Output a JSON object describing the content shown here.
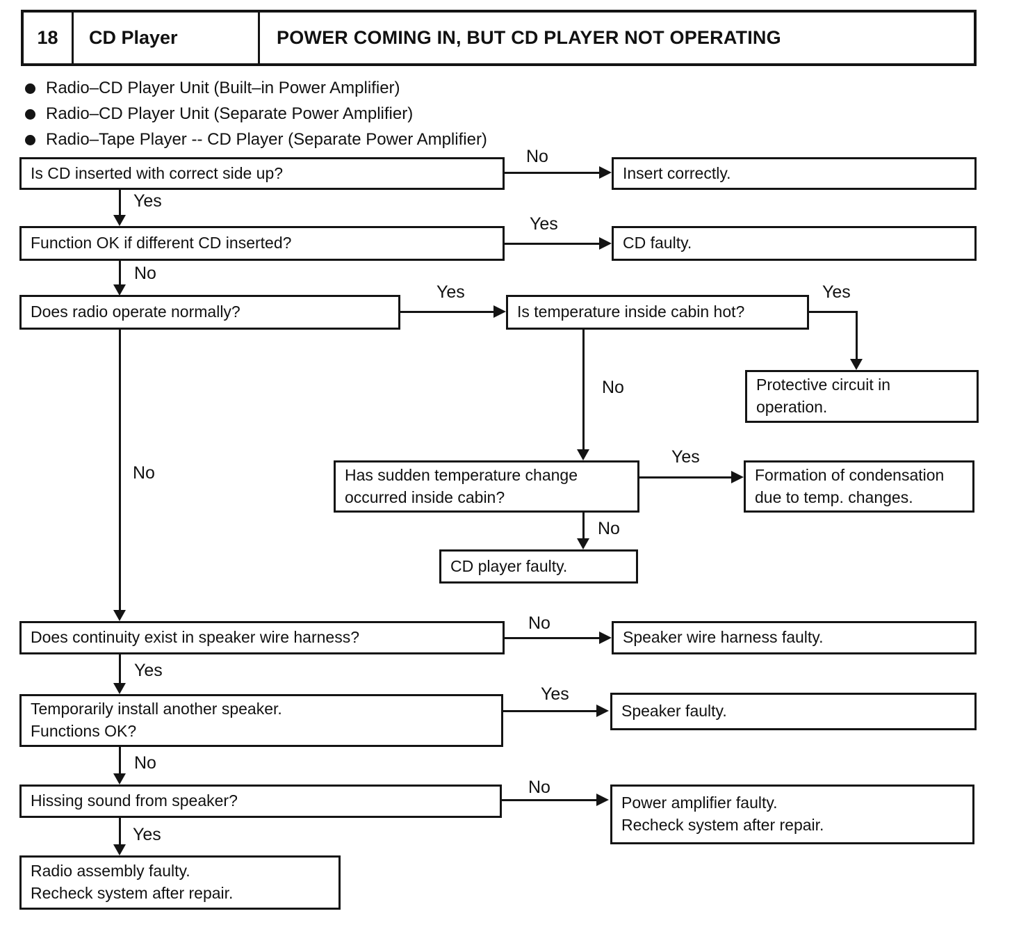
{
  "header": {
    "number": "18",
    "category": "CD Player",
    "title": "POWER COMING IN, BUT CD PLAYER NOT OPERATING"
  },
  "applicable_units": [
    "Radio–CD Player Unit (Built–in Power Amplifier)",
    "Radio–CD Player Unit (Separate Power Amplifier)",
    "Radio–Tape Player -- CD Player (Separate Power Amplifier)"
  ],
  "nodes": {
    "q1": "Is CD inserted with correct side up?",
    "a1": "Insert correctly.",
    "q2": "Function OK if different CD inserted?",
    "a2": "CD faulty.",
    "q3": "Does radio operate normally?",
    "q4": "Is temperature inside cabin hot?",
    "a3": "Protective circuit in\noperation.",
    "q5": "Has sudden temperature change\noccurred inside cabin?",
    "a4": "Formation of condensation\ndue to temp. changes.",
    "a5": "CD player faulty.",
    "q6": "Does continuity exist in speaker wire harness?",
    "a6": "Speaker wire harness faulty.",
    "q7": "Temporarily install another speaker.\nFunctions OK?",
    "a7": "Speaker faulty.",
    "q8": "Hissing sound from speaker?",
    "a8": "Power amplifier faulty.\nRecheck system after repair.",
    "a9": "Radio assembly faulty.\nRecheck system after repair."
  },
  "edges": [
    {
      "from": "q1",
      "to": "q2",
      "label": "Yes"
    },
    {
      "from": "q1",
      "to": "a1",
      "label": "No"
    },
    {
      "from": "q2",
      "to": "q3",
      "label": "No"
    },
    {
      "from": "q2",
      "to": "a2",
      "label": "Yes"
    },
    {
      "from": "q3",
      "to": "q4",
      "label": "Yes"
    },
    {
      "from": "q3",
      "to": "q6",
      "label": "No"
    },
    {
      "from": "q4",
      "to": "a3",
      "label": "Yes"
    },
    {
      "from": "q4",
      "to": "q5",
      "label": "No"
    },
    {
      "from": "q5",
      "to": "a4",
      "label": "Yes"
    },
    {
      "from": "q5",
      "to": "a5",
      "label": "No"
    },
    {
      "from": "q6",
      "to": "q7",
      "label": "Yes"
    },
    {
      "from": "q6",
      "to": "a6",
      "label": "No"
    },
    {
      "from": "q7",
      "to": "q8",
      "label": "No"
    },
    {
      "from": "q7",
      "to": "a7",
      "label": "Yes"
    },
    {
      "from": "q8",
      "to": "a9",
      "label": "Yes"
    },
    {
      "from": "q8",
      "to": "a8",
      "label": "No"
    }
  ],
  "colors": {
    "ink": "#141414",
    "paper": "#ffffff"
  }
}
